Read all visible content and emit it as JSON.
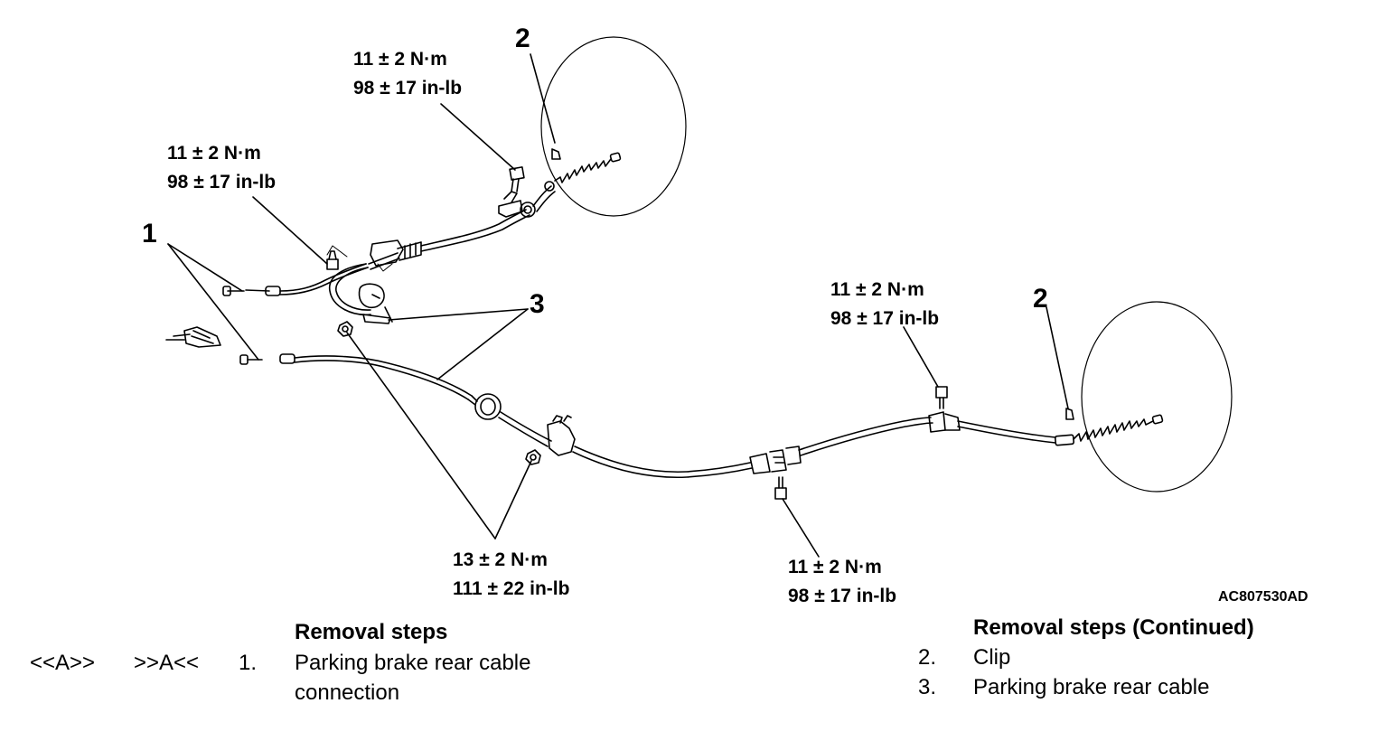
{
  "torque_labels": [
    {
      "id": "t1",
      "nm": "11 ± 2 N·m",
      "inlb": "98 ± 17 in-lb"
    },
    {
      "id": "t2",
      "nm": "11 ± 2 N·m",
      "inlb": "98 ± 17 in-lb"
    },
    {
      "id": "t3",
      "nm": "11 ± 2 N·m",
      "inlb": "98 ± 17 in-lb"
    },
    {
      "id": "t4",
      "nm": "13 ± 2 N·m",
      "inlb": "111 ± 22 in-lb"
    },
    {
      "id": "t5",
      "nm": "11 ± 2 N·m",
      "inlb": "98 ± 17 in-lb"
    }
  ],
  "callouts": [
    "2",
    "1",
    "3",
    "2"
  ],
  "figure_id": "AC807530AD",
  "removal": {
    "title": "Removal steps",
    "step1": {
      "ref_a": "<<A>>",
      "ref_b": ">>A<<",
      "num": "1.",
      "text_line1": "Parking brake rear cable",
      "text_line2": "connection"
    }
  },
  "removal_continued": {
    "title": "Removal steps (Continued)",
    "steps": [
      {
        "num": "2.",
        "text": "Clip"
      },
      {
        "num": "3.",
        "text": "Parking brake rear cable"
      }
    ]
  }
}
